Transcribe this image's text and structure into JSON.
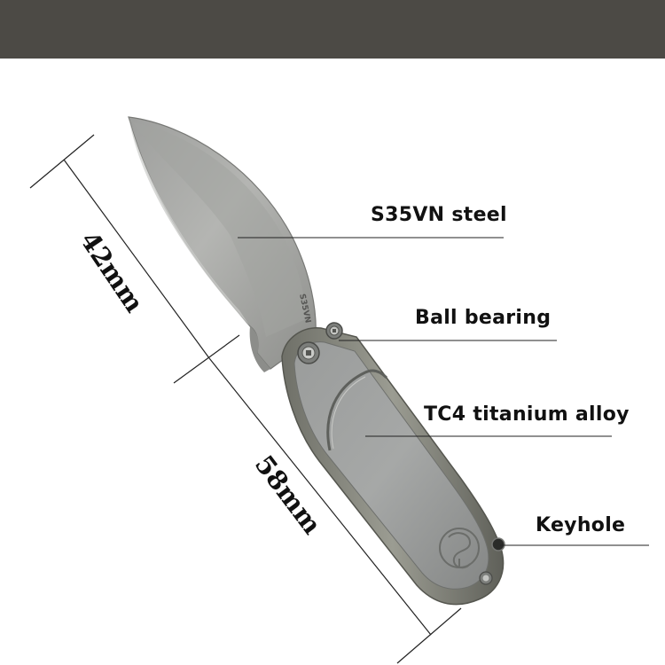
{
  "colors": {
    "top_bar": "#4c4a45",
    "background": "#ffffff",
    "blade": "#a9a9a7",
    "handle": "#8f9190",
    "lines": "#222222"
  },
  "callouts": {
    "blade_steel": "S35VN steel",
    "bearing": "Ball bearing",
    "handle_material": "TC4 titanium alloy",
    "keyhole": "Keyhole"
  },
  "dimensions": {
    "blade_length": "42mm",
    "handle_length": "58mm"
  },
  "blade_engraving": "S35VN",
  "icons": {
    "logo": "brand-logo-icon",
    "pivot": "pivot-screw-icon",
    "keyhole": "keyhole-icon"
  }
}
